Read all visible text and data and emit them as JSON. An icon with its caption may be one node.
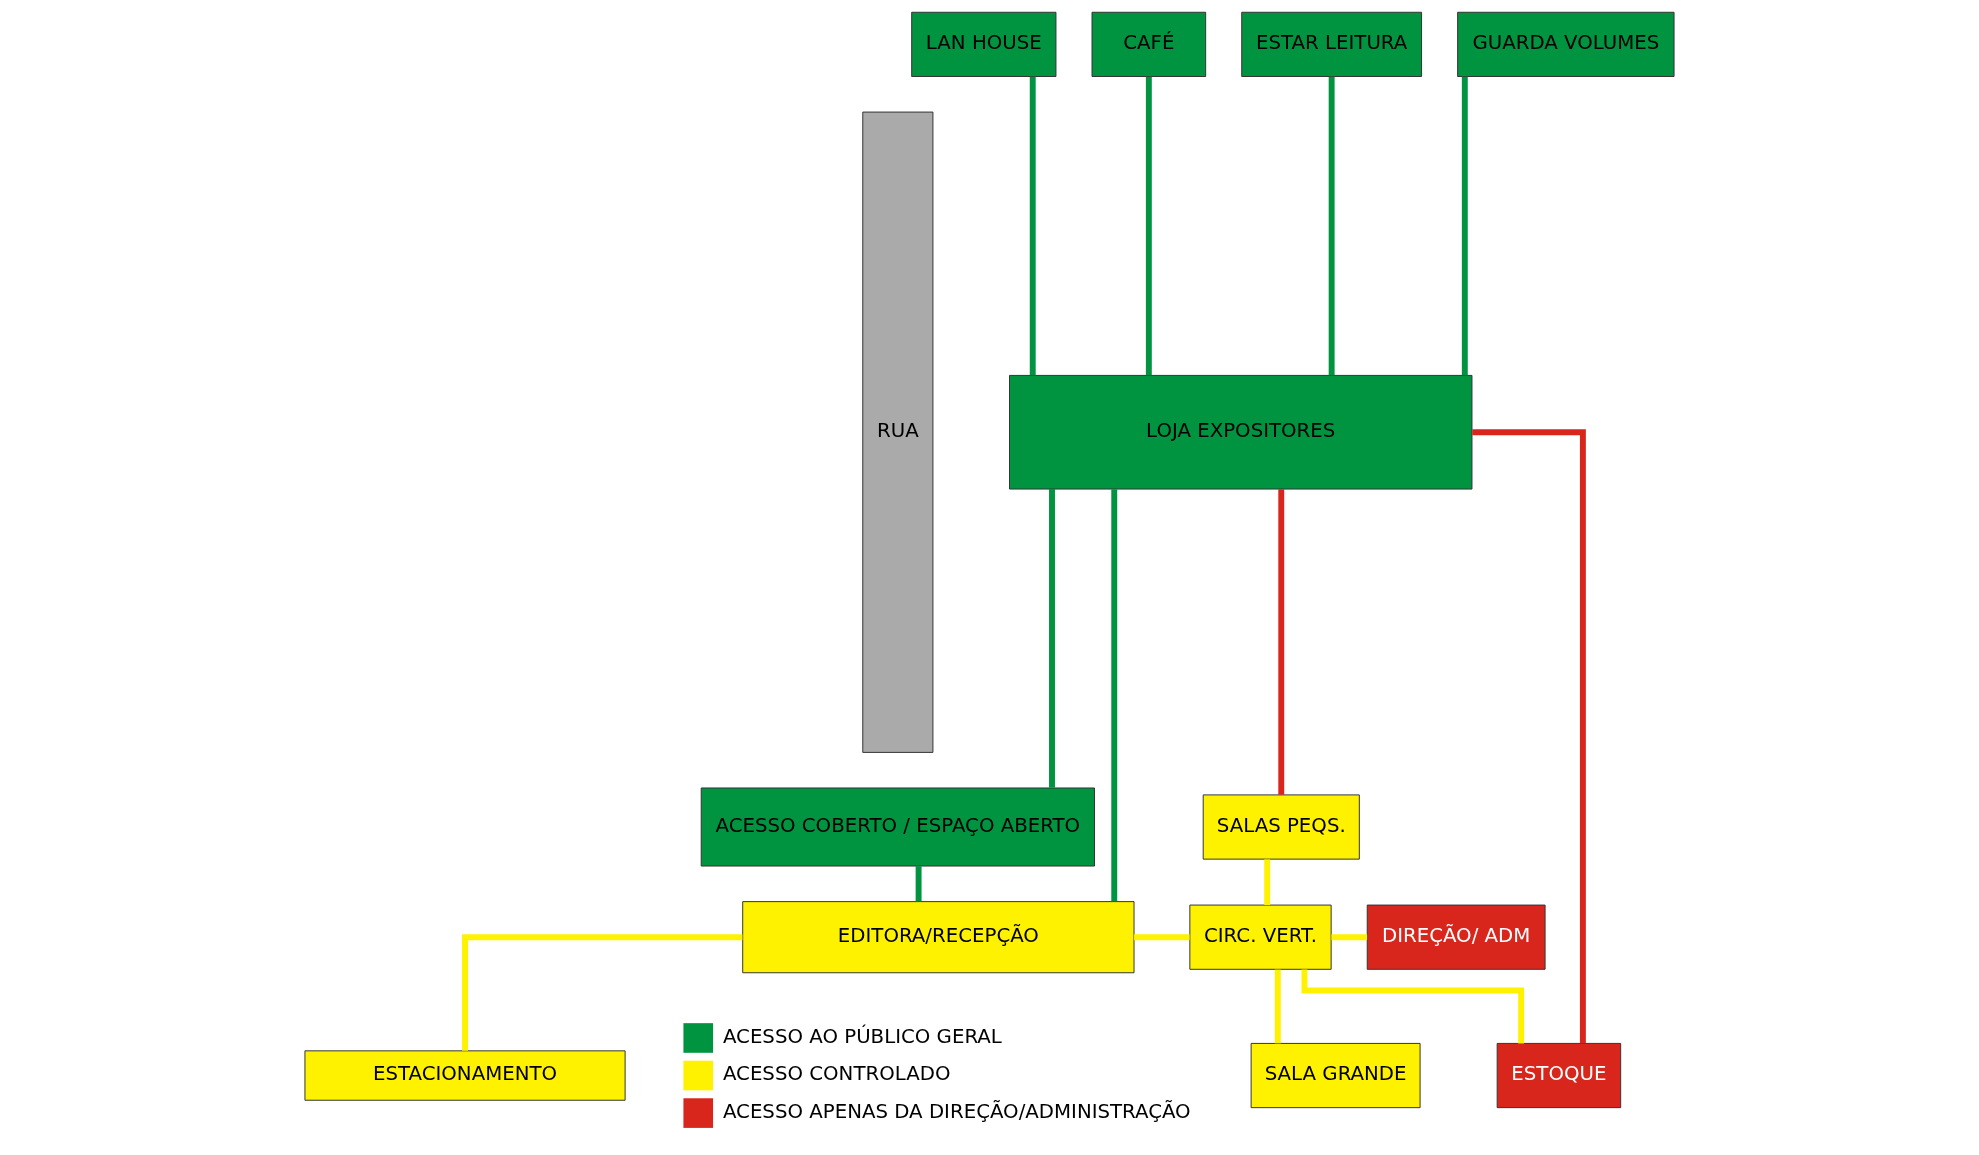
{
  "diagram": {
    "nodes": [
      {
        "text": [
          "RUA"
        ]
      },
      {
        "text": [
          "LAN HOUSE"
        ]
      },
      {
        "text": [
          "CAFÉ"
        ]
      },
      {
        "text": [
          "ESTAR LEITURA"
        ]
      },
      {
        "text": [
          "GUARDA VOLUMES"
        ]
      },
      {
        "text": [
          "LOJA EXPOSITORES"
        ]
      },
      {
        "text": [
          "SALA GRANDE"
        ]
      },
      {
        "text": [
          "SALAS PEQS."
        ]
      },
      {
        "text": [
          "ACESSO COBERTO / ESPAÇO ABERTO"
        ]
      },
      {
        "text": [
          "ESTOQUE"
        ]
      },
      {
        "text": [
          "ESTACIONAMENTO"
        ]
      },
      {
        "text": [
          "EDITORA/RECEPÇÃO"
        ]
      },
      {
        "text": [
          "CIRC. VERT."
        ]
      },
      {
        "text": [
          "DIREÇÃO/ ADM"
        ]
      }
    ],
    "edges": [
      {
        "from": 1,
        "to": 5,
        "arrow": "none"
      },
      {
        "from": 2,
        "to": 5,
        "arrow": "none"
      },
      {
        "from": 3,
        "to": 5,
        "arrow": "none"
      },
      {
        "from": 4,
        "to": 5,
        "arrow": "none"
      },
      {
        "from": 5,
        "to": 11,
        "arrow": "none"
      },
      {
        "from": 8,
        "to": 5,
        "arrow": "none"
      },
      {
        "from": 8,
        "to": 11,
        "arrow": "none"
      },
      {
        "from": 10,
        "to": 11,
        "arrow": "none",
        "color": "#fff200"
      },
      {
        "from": 11,
        "to": 12,
        "arrow": "none",
        "color": "#fff200"
      },
      {
        "from": 12,
        "to": 6,
        "arrow": "none",
        "color": "#fff200"
      },
      {
        "from": 12,
        "to": 7,
        "arrow": "none",
        "color": "#fff200"
      },
      {
        "from": 12,
        "to": 9,
        "arrow": "none",
        "color": "#fff200"
      },
      {
        "from": 12,
        "to": 13,
        "arrow": "none",
        "color": "#fff200"
      },
      {
        "from": 5,
        "to": 9,
        "arrow": "none",
        "color": "#d9261c"
      },
      {
        "from": 5,
        "to": 7,
        "arrow": "none",
        "color": "#d9261c"
      }
    ],
    "legend": [
      {
        "text": "ACESSO AO PÚBLICO GERAL",
        "color": "#009440"
      },
      {
        "text": "ACESSO CONTROLADO",
        "color": "#fff200"
      },
      {
        "text": "ACESSO APENAS DA DIREÇÃO/ADMINISTRAÇÃO",
        "color": "#d9261c"
      }
    ]
  }
}
